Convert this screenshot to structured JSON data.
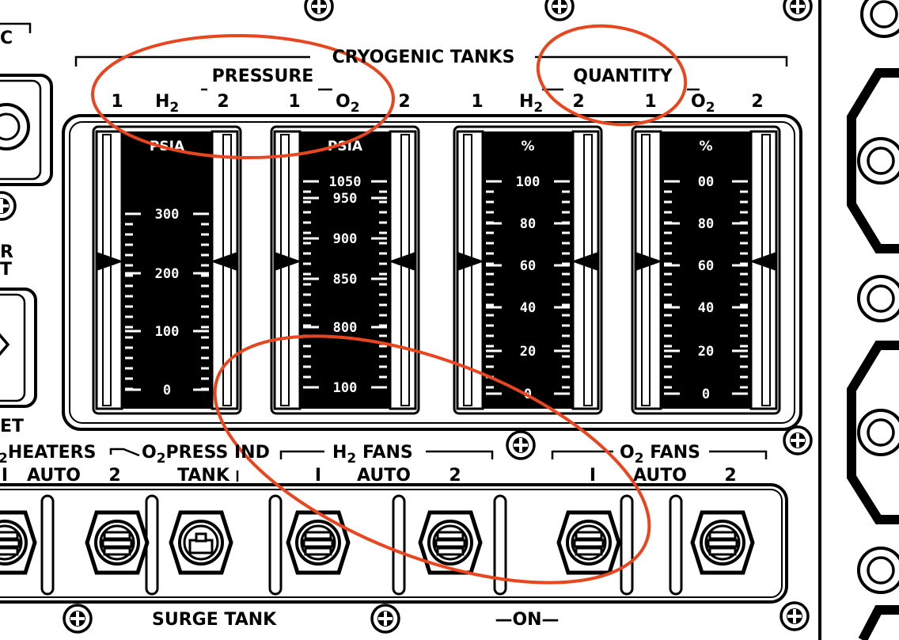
{
  "colors": {
    "ink": "#000000",
    "paper": "#ffffff",
    "annotation": "#e8461e"
  },
  "panel": {
    "section_title": "CRYOGENIC TANKS",
    "pressure_label": "PRESSURE",
    "quantity_label": "QUANTITY",
    "left_partial_top": "C",
    "left_partial_mid1": "R",
    "left_partial_mid2": "T",
    "left_partial_bottom": "ET",
    "column_numbers": [
      "1",
      "2",
      "1",
      "2",
      "1",
      "2",
      "1",
      "2"
    ],
    "column_gases": [
      {
        "base": "H",
        "sub": "2"
      },
      {
        "base": "O",
        "sub": "2"
      },
      {
        "base": "H",
        "sub": "2"
      },
      {
        "base": "O",
        "sub": "2"
      }
    ]
  },
  "gauges": [
    {
      "name": "h2-pressure",
      "unit": "PSIA",
      "ticks": [
        "300",
        "200",
        "100",
        "0"
      ]
    },
    {
      "name": "o2-pressure",
      "unit": "PSIA",
      "ticks": [
        "1050",
        "950",
        "900",
        "850",
        "800",
        "100"
      ]
    },
    {
      "name": "h2-quantity",
      "unit": "%",
      "ticks": [
        "100",
        "80",
        "60",
        "40",
        "20",
        "0"
      ]
    },
    {
      "name": "o2-quantity",
      "unit": "%",
      "ticks": [
        "00",
        "80",
        "60",
        "40",
        "20",
        "0"
      ]
    }
  ],
  "switch_groups": {
    "o2_heaters": {
      "title": "HEATERS",
      "prefix_sub": "2",
      "positions": [
        "I",
        "AUTO",
        "2"
      ]
    },
    "o2_press_ind": {
      "title": "PRESS IND",
      "prefix_base": "O",
      "prefix_sub": "2",
      "positions": [
        "TANK"
      ]
    },
    "h2_fans": {
      "title": "FANS",
      "prefix_base": "H",
      "prefix_sub": "2",
      "positions": [
        "I",
        "AUTO",
        "2"
      ]
    },
    "o2_fans": {
      "title": "FANS",
      "prefix_base": "O",
      "prefix_sub": "2",
      "positions": [
        "I",
        "AUTO",
        "2"
      ]
    }
  },
  "bottom_labels": {
    "surge_tank": "SURGE TANK",
    "on": "—ON—"
  }
}
